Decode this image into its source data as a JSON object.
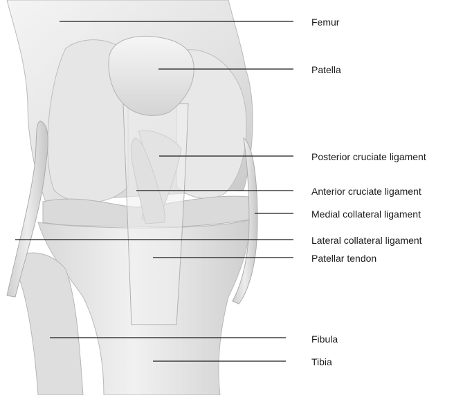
{
  "colors": {
    "background": "#ffffff",
    "bone": "#e9e9e9",
    "bone_shadow": "#b5b5b5",
    "ligament": "#dcdcdc",
    "leader_line": "#1a1a1a",
    "label_text": "#1a1a1a"
  },
  "labels": [
    {
      "id": "femur",
      "text": "Femur"
    },
    {
      "id": "patella",
      "text": "Patella"
    },
    {
      "id": "posterior-cruciate-ligament",
      "text": "Posterior cruciate ligament"
    },
    {
      "id": "anterior-cruciate-ligament",
      "text": "Anterior cruciate ligament"
    },
    {
      "id": "medial-collateral-ligament",
      "text": "Medial collateral ligament"
    },
    {
      "id": "lateral-collateral-ligament",
      "text": "Lateral collateral ligament"
    },
    {
      "id": "patellar-tendon",
      "text": "Patellar tendon"
    },
    {
      "id": "fibula",
      "text": "Fibula"
    },
    {
      "id": "tibia",
      "text": "Tibia"
    }
  ]
}
